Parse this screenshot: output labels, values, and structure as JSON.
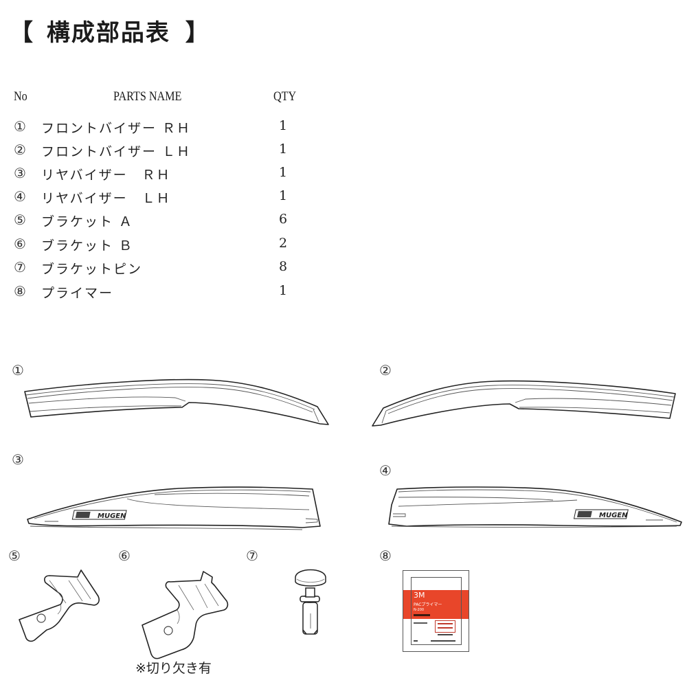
{
  "page": {
    "title_open": "【",
    "title": "構成部品表",
    "title_close": "】"
  },
  "table": {
    "headers": {
      "no": "No",
      "parts_name": "PARTS NAME",
      "qty": "QTY"
    },
    "rows": [
      {
        "no": "①",
        "name": "フロントバイザー ＲＨ",
        "qty": "1"
      },
      {
        "no": "②",
        "name": "フロントバイザー ＬＨ",
        "qty": "1"
      },
      {
        "no": "③",
        "name": "リヤバイザー　ＲＨ",
        "qty": "1"
      },
      {
        "no": "④",
        "name": "リヤバイザー　ＬＨ",
        "qty": "1"
      },
      {
        "no": "⑤",
        "name": "ブラケット Ａ",
        "qty": "6"
      },
      {
        "no": "⑥",
        "name": "ブラケット Ｂ",
        "qty": "2"
      },
      {
        "no": "⑦",
        "name": "ブラケットピン",
        "qty": "8"
      },
      {
        "no": "⑧",
        "name": "プライマー",
        "qty": "1"
      }
    ]
  },
  "illustrations": {
    "labels": [
      "①",
      "②",
      "③",
      "④",
      "⑤",
      "⑥",
      "⑦",
      "⑧"
    ],
    "logo_text": "MUGEN",
    "primer_package": {
      "brand": "3M",
      "product": "PACプライマー",
      "model": "N-200",
      "accent_color": "#e8462a"
    },
    "bracket_b_note": "※切り欠き有"
  }
}
